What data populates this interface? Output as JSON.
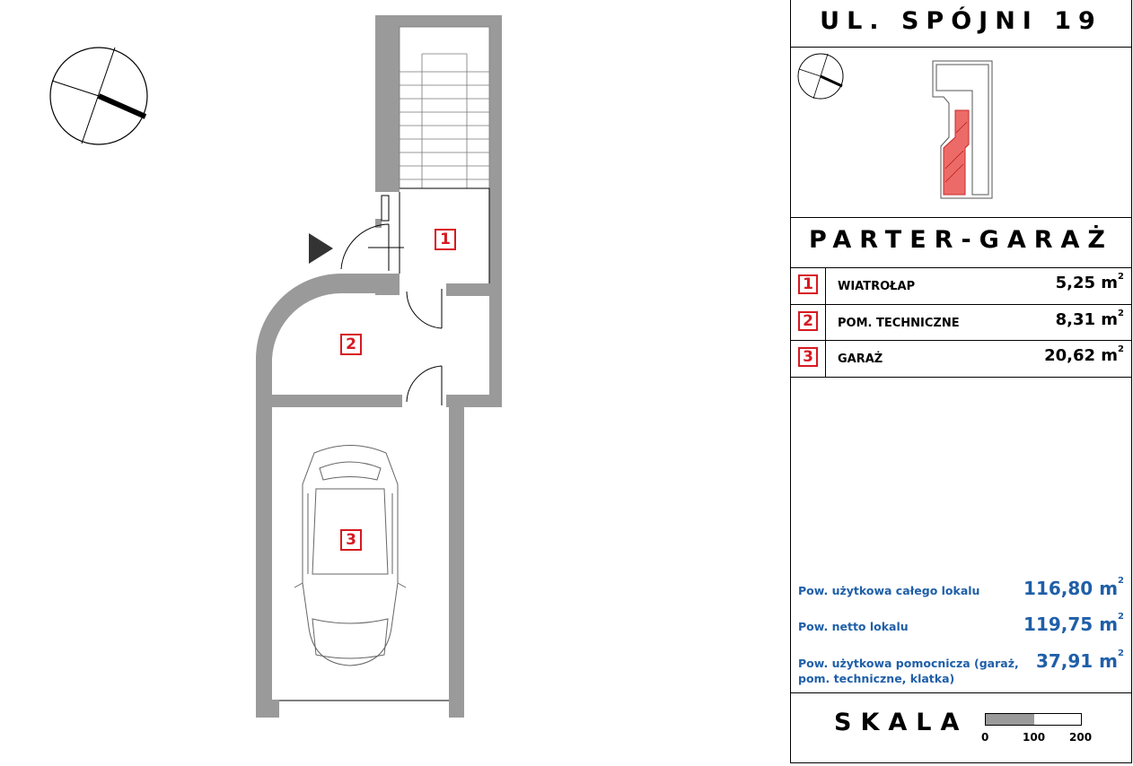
{
  "address": "UL. SPÓJNI 19",
  "level_title": "PARTER-GARAŻ",
  "rooms": [
    {
      "number": "1",
      "name": "WIATROŁAP",
      "area": "5,25 m",
      "unit_sup": "2"
    },
    {
      "number": "2",
      "name": "POM. TECHNICZNE",
      "area": "8,31 m",
      "unit_sup": "2"
    },
    {
      "number": "3",
      "name": "GARAŻ",
      "area": "20,62 m",
      "unit_sup": "2"
    }
  ],
  "summary": [
    {
      "label": "Pow. użytkowa całego lokalu",
      "value": "116,80 m",
      "unit_sup": "2"
    },
    {
      "label": "Pow. netto lokalu",
      "value": "119,75 m",
      "unit_sup": "2"
    },
    {
      "label": "Pow. użytkowa pomocnicza (garaż, pom. techniczne, klatka)",
      "value": "37,91 m",
      "unit_sup": "2"
    }
  ],
  "scale": {
    "title": "SKALA",
    "ticks": [
      "0",
      "100",
      "200"
    ]
  },
  "colors": {
    "wall": "#9a9a9a",
    "room_label": "#d71920",
    "summary_text": "#1f5fa8",
    "highlight": "#e53935"
  },
  "icons": {
    "north": "compass-icon",
    "entrance": "entrance-arrow-icon"
  }
}
